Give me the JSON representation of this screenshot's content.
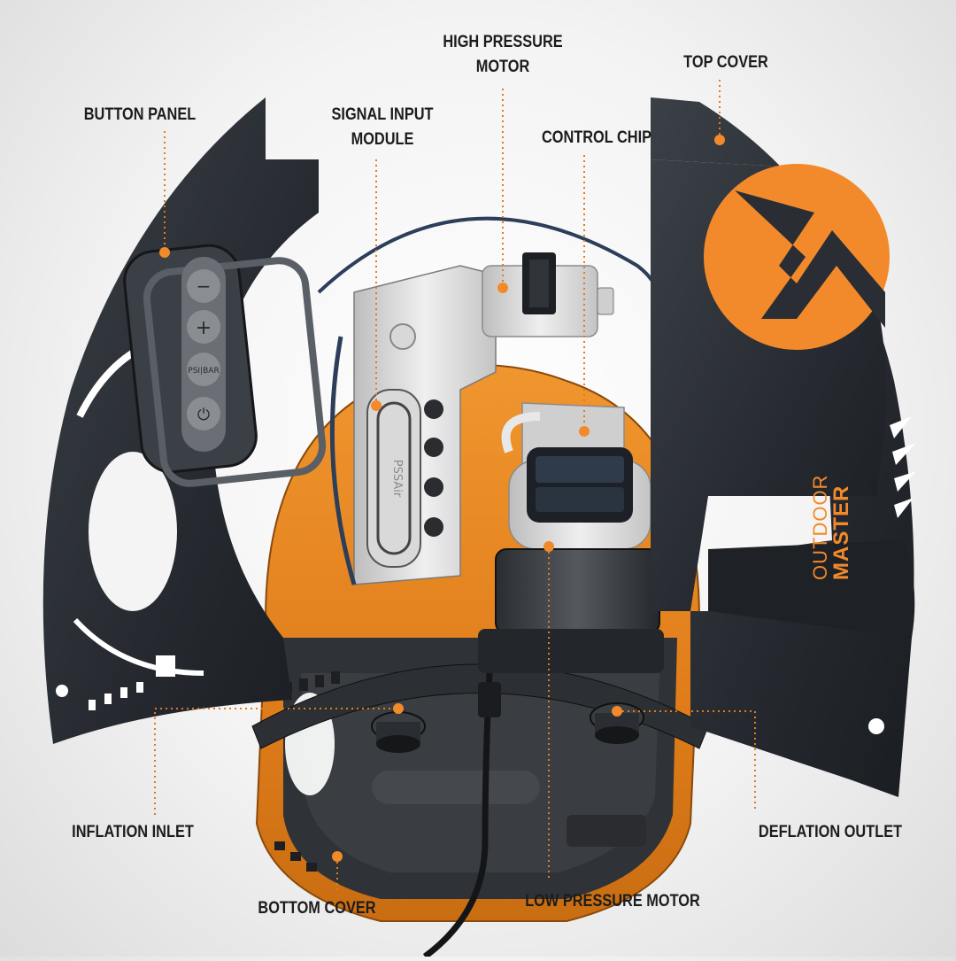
{
  "labels": {
    "high_pressure_motor": [
      "HIGH PRESSURE",
      "MOTOR"
    ],
    "top_cover": "TOP COVER",
    "button_panel": "BUTTON PANEL",
    "signal_input_module": [
      "SIGNAL INPUT",
      "MODULE"
    ],
    "control_chip": "CONTROL CHIP",
    "inflation_inlet": "INFLATION INLET",
    "deflation_outlet": "DEFLATION OUTLET",
    "bottom_cover": "BOTTOM COVER",
    "low_pressure_motor": "LOW PRESSURE MOTOR"
  },
  "brand": {
    "line1": "OUTDOOR",
    "line2": "MASTER"
  },
  "panel_markings": {
    "minus": "−",
    "plus": "+",
    "psi_bar": "PSI|BAR",
    "power": "⏻",
    "pressure_text": "PSSAir"
  },
  "colors": {
    "accent": "#f28a2b",
    "shell_dark": "#2b2f35",
    "housing_orange": "#e8871f",
    "metal_light": "#e6e6e6",
    "leader": "#e07b20"
  }
}
